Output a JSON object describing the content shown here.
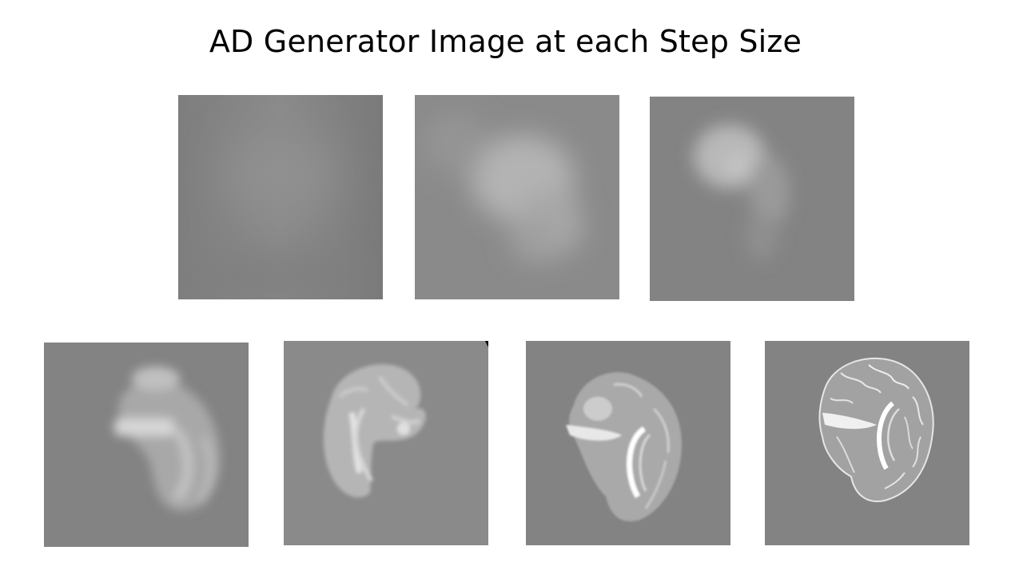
{
  "figure": {
    "title": "AD Generator Image at each Step Size",
    "background_color": "#ffffff",
    "panel_background": "#808080"
  },
  "panels": [
    {
      "index": 1,
      "content": "generated-brain-slice",
      "blur_level": "very-high"
    },
    {
      "index": 2,
      "content": "generated-brain-slice",
      "blur_level": "high"
    },
    {
      "index": 3,
      "content": "generated-brain-slice",
      "blur_level": "high"
    },
    {
      "index": 4,
      "content": "generated-brain-slice",
      "blur_level": "medium"
    },
    {
      "index": 5,
      "content": "generated-brain-slice",
      "blur_level": "low"
    },
    {
      "index": 6,
      "content": "generated-brain-slice",
      "blur_level": "very-low"
    },
    {
      "index": 7,
      "content": "generated-brain-slice",
      "blur_level": "sharp"
    }
  ]
}
